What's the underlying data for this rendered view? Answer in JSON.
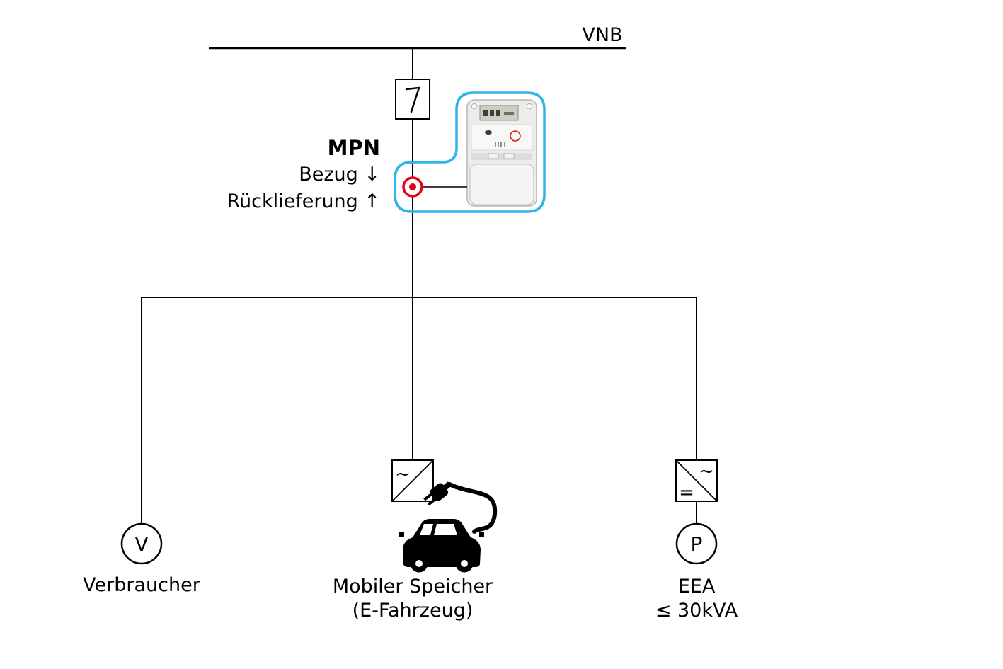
{
  "diagram": {
    "vnb_label": "VNB",
    "mpn": {
      "title": "MPN",
      "import_label": "Bezug ↓",
      "export_label": "Rücklieferung ↑"
    },
    "consumer": {
      "symbol": "V",
      "label": "Verbraucher"
    },
    "mobile_storage": {
      "label": "Mobiler Speicher",
      "sublabel": "(E-Fahrzeug)",
      "inverter_ac": "~"
    },
    "eea": {
      "symbol": "P",
      "label": "EEA",
      "sublabel": "≤ 30kVA",
      "inverter_ac": "~",
      "inverter_dc": "="
    },
    "colors": {
      "line": "#000000",
      "meter_outline": "#2eb3ea",
      "measuring_point": "#e60012"
    }
  }
}
